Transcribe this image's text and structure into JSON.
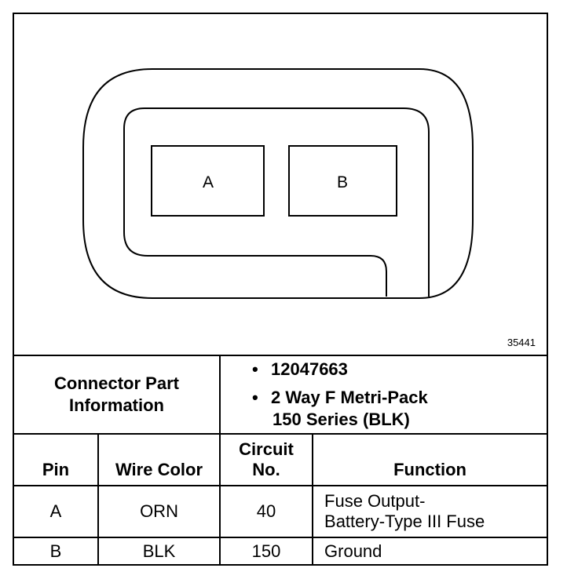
{
  "diagram": {
    "ref_number": "35441",
    "cavities": [
      {
        "label": "A"
      },
      {
        "label": "B"
      }
    ]
  },
  "connector_info": {
    "label_line1": "Connector Part",
    "label_line2": "Information",
    "part_number": "12047663",
    "description_line1": "2 Way F Metri-Pack",
    "description_line2": "150 Series (BLK)"
  },
  "table": {
    "headers": {
      "pin": "Pin",
      "wire_color": "Wire Color",
      "circuit_line1": "Circuit",
      "circuit_line2": "No.",
      "function": "Function"
    },
    "rows": [
      {
        "pin": "A",
        "wire_color": "ORN",
        "circuit": "40",
        "function_line1": "Fuse Output-",
        "function_line2": "Battery-Type III Fuse"
      },
      {
        "pin": "B",
        "wire_color": "BLK",
        "circuit": "150",
        "function_line1": "Ground",
        "function_line2": ""
      }
    ]
  }
}
